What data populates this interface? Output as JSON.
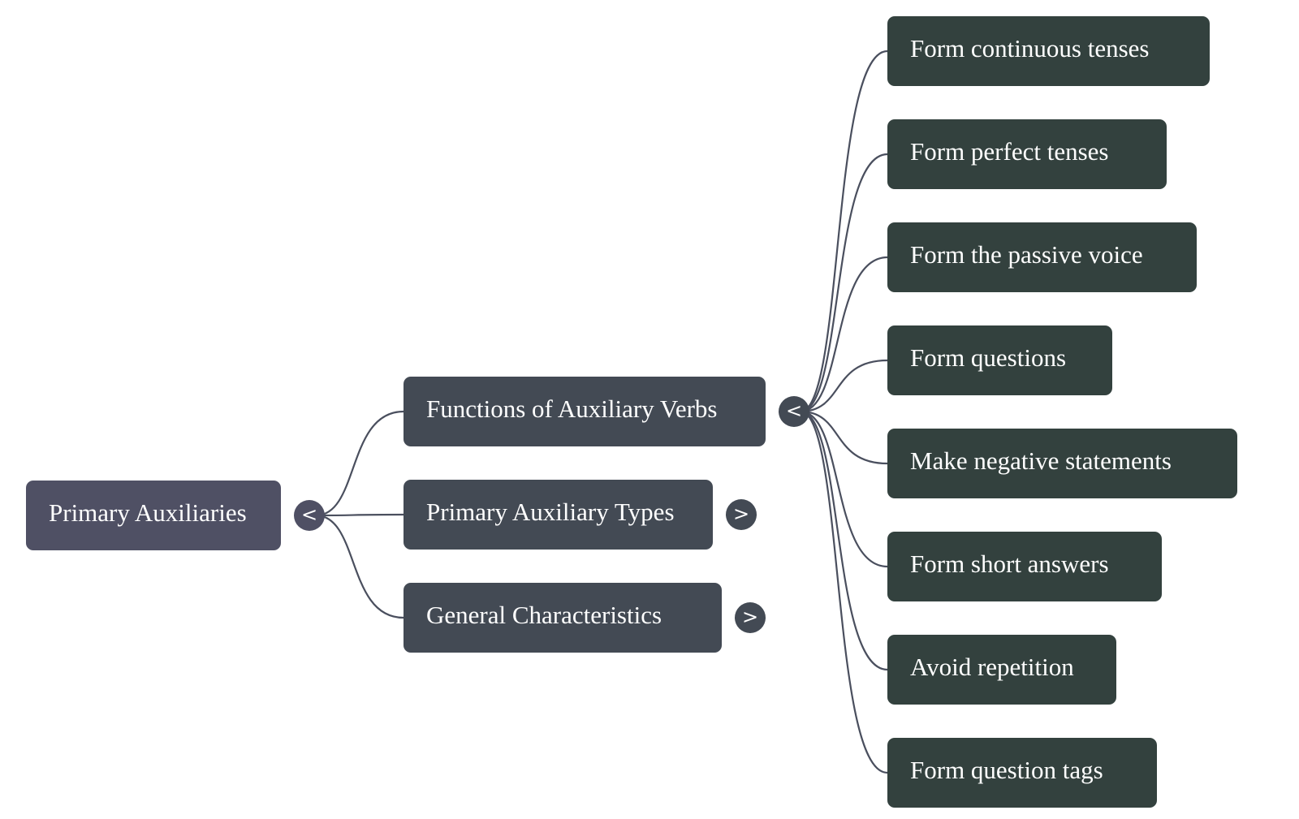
{
  "mindmap": {
    "root": {
      "label": "Primary Auxiliaries",
      "toggle": "<",
      "color": "#4f5064"
    },
    "branches": [
      {
        "label": "Functions of Auxiliary Verbs",
        "toggle": "<",
        "expanded": true,
        "color": "#434a54",
        "children": [
          "Form continuous tenses",
          "Form perfect tenses",
          "Form the passive voice",
          "Form questions",
          "Make negative statements",
          "Form short answers",
          "Avoid repetition",
          "Form question tags"
        ]
      },
      {
        "label": "Primary Auxiliary Types",
        "toggle": ">",
        "expanded": false,
        "color": "#434a54"
      },
      {
        "label": "General Characteristics",
        "toggle": ">",
        "expanded": false,
        "color": "#434a54"
      }
    ],
    "leaf_color": "#33413e",
    "edge_color": "#4a4f5e"
  }
}
